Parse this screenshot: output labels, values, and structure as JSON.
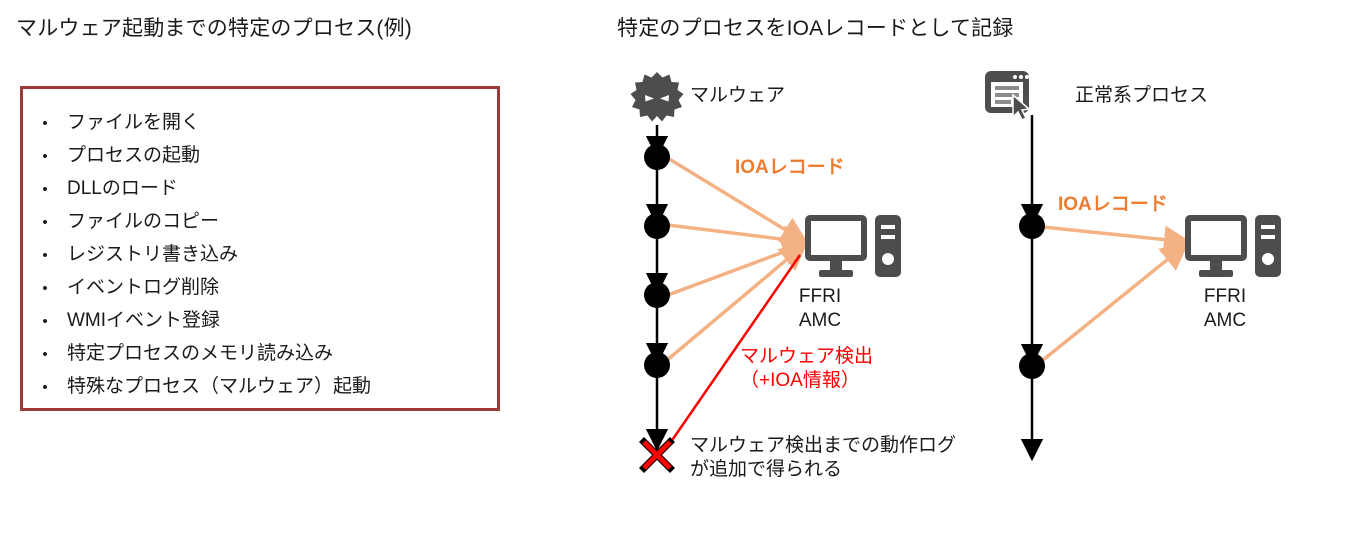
{
  "titles": {
    "left": "マルウェア起動までの特定のプロセス(例)",
    "right": "特定のプロセスをIOAレコードとして記録"
  },
  "process_box": {
    "border_color": "#9E3B37",
    "bullet_char": "•",
    "items": [
      "ファイルを開く",
      "プロセスの起動",
      "DLLのロード",
      "ファイルのコピー",
      "レジストリ書き込み",
      "イベントログ削除",
      "WMIイベント登録",
      "特定プロセスのメモリ読み込み",
      "特殊なプロセス（マルウェア）起動"
    ]
  },
  "diagram": {
    "colors": {
      "ioa_orange": "#ED7D31",
      "ioa_arrow_light": "#F4B183",
      "detect_red": "#FF0000",
      "node_black": "#000000",
      "icon_gray": "#4D4D4D"
    },
    "malware_flow": {
      "source_label": "マルウェア",
      "source_icon": "malware-virus-icon",
      "node_count": 4,
      "terminator_icon": "x-cross-icon",
      "record_label": "IOAレコード",
      "detection_label_line1": "マルウェア検出",
      "detection_label_line2": "（+IOA情報）",
      "server_icon": "desktop-computer-icon",
      "server_label_line1": "FFRI",
      "server_label_line2": "AMC",
      "note_line1": "マルウェア検出までの動作ログ",
      "note_line2": "が追加で得られる"
    },
    "normal_flow": {
      "source_label": "正常系プロセス",
      "source_icon": "window-document-cursor-icon",
      "node_count": 2,
      "record_label": "IOAレコード",
      "server_icon": "desktop-computer-icon",
      "server_label_line1": "FFRI",
      "server_label_line2": "AMC"
    }
  }
}
